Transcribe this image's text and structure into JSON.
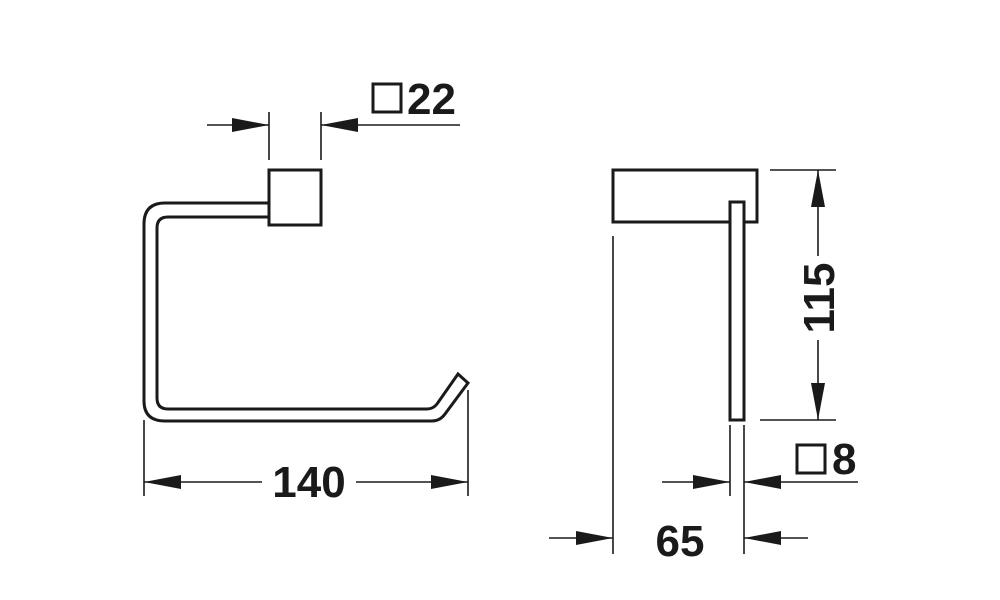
{
  "dimensions": {
    "width": "140",
    "square_bracket": "22",
    "height": "115",
    "square_arm": "8",
    "depth": "65"
  },
  "symbols": {
    "square": "square-symbol"
  },
  "colors": {
    "ink": "#1a1a1a",
    "background": "#ffffff"
  }
}
